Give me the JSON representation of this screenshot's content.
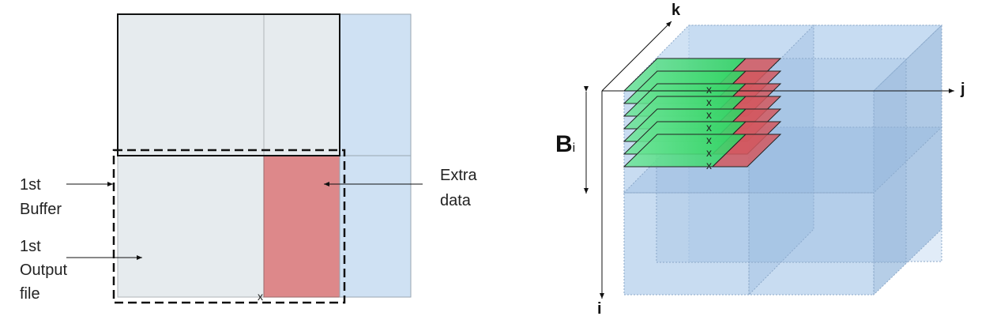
{
  "left_diagram": {
    "buffer_label_line1": "1st",
    "buffer_label_line2": "Buffer",
    "output_label_line1": "1st",
    "output_label_line2": "Output",
    "output_label_line3": "file",
    "extra_label_line1": "Extra",
    "extra_label_line2": "data",
    "marker": "x",
    "colors": {
      "block_fill": "#e6ebee",
      "extra_fill": "#dd888a",
      "side_fill": "#cfe1f3",
      "outline": "#111111"
    }
  },
  "right_diagram": {
    "axis_k": "k",
    "axis_j": "j",
    "axis_i": "i",
    "b_label": "B",
    "b_subscript": "i",
    "marker": "x",
    "colors": {
      "cube_fill": "#a9c8ea",
      "green_slab": "#3fdc6b",
      "red_slab": "#d2585f"
    }
  }
}
